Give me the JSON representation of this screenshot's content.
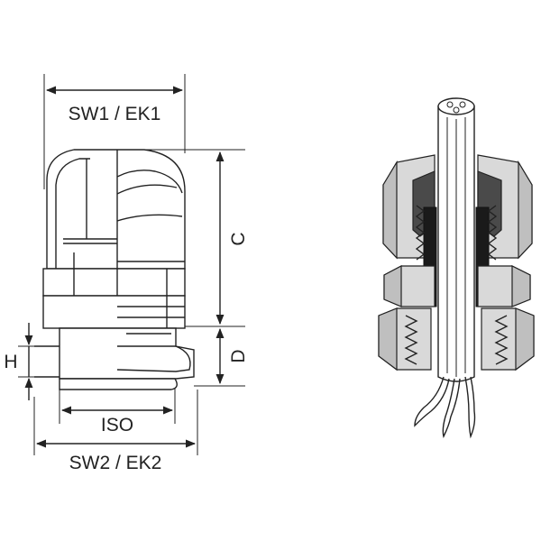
{
  "dimension_labels": {
    "sw1_ek1": "SW1 / EK1",
    "c": "C",
    "d": "D",
    "h": "H",
    "iso": "ISO",
    "sw2_ek2": "SW2 / EK2"
  },
  "colors": {
    "line": "#222222",
    "shade_light": "#d9d9d9",
    "shade_mid": "#bfbfbf",
    "shade_dark": "#4a4a4a"
  }
}
